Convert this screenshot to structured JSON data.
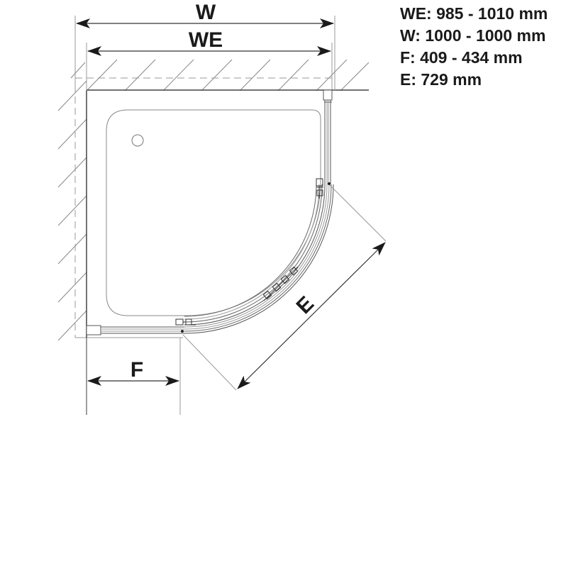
{
  "specs": {
    "lines": [
      "WE: 985 - 1010 mm",
      "W: 1000 - 1000 mm",
      "F: 409 - 434 mm",
      "E: 729 mm"
    ],
    "items": [
      {
        "key": "WE",
        "value": "985 - 1010",
        "unit": "mm"
      },
      {
        "key": "W",
        "value": "1000 - 1000",
        "unit": "mm"
      },
      {
        "key": "F",
        "value": "409 - 434",
        "unit": "mm"
      },
      {
        "key": "E",
        "value": "729",
        "unit": "mm"
      }
    ]
  },
  "diagram": {
    "labels": {
      "w": "W",
      "we": "WE",
      "f": "F",
      "e": "E"
    },
    "description": "Quadrant shower enclosure plan view with tray, curved sliding doors, wall hatching and dimension arrows",
    "colors": {
      "line": "#333333",
      "light_line": "#888888",
      "arrow": "#1a1a1a",
      "background": "#ffffff"
    }
  }
}
